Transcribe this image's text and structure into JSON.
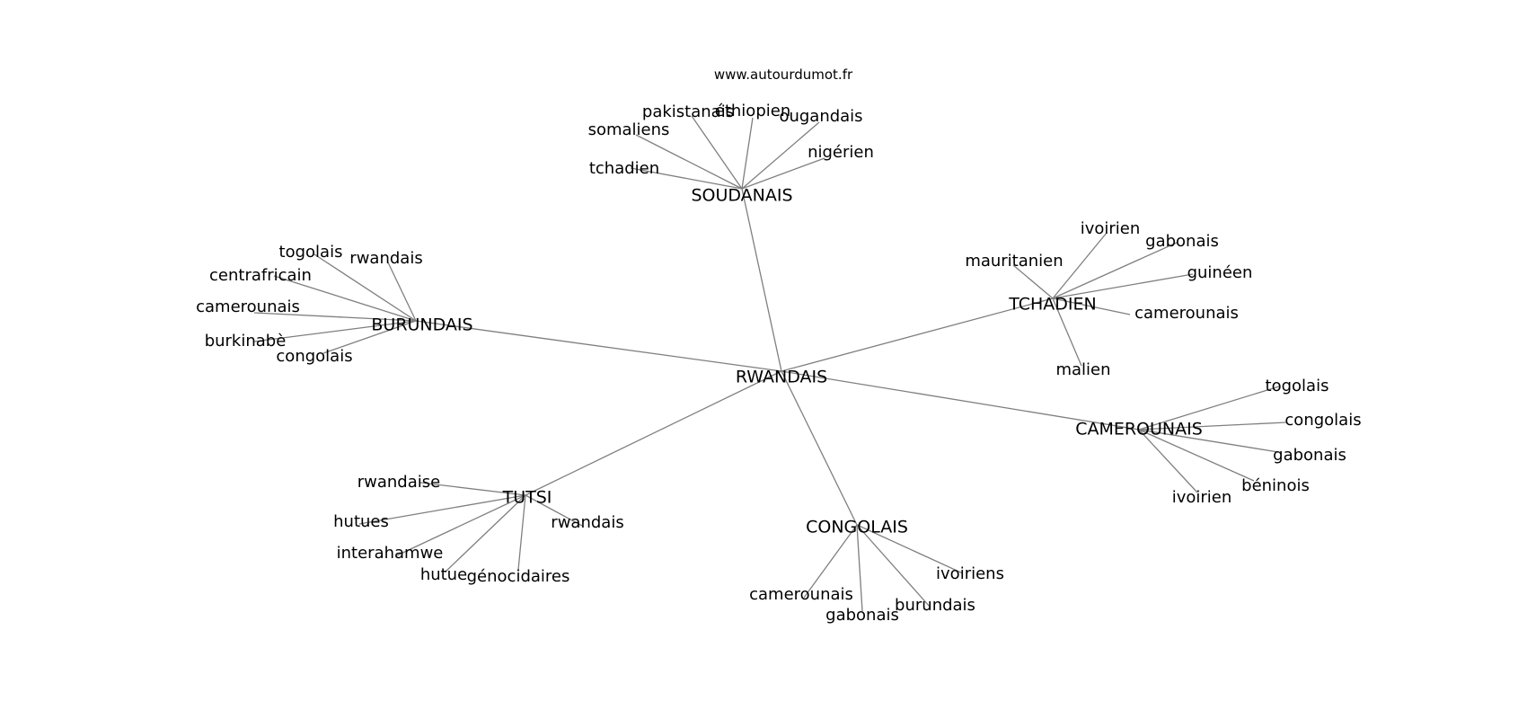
{
  "watermark": "www.autourdumot.fr",
  "graph": {
    "root": "RWANDAIS",
    "clusters": [
      {
        "hub": "SOUDANAIS",
        "leaves": [
          "tchadien",
          "somaliens",
          "pakistanais",
          "éthiopien",
          "ougandais",
          "nigérien"
        ]
      },
      {
        "hub": "BURUNDAIS",
        "leaves": [
          "togolais",
          "rwandais",
          "centrafricain",
          "camerounais",
          "burkinabè",
          "congolais"
        ]
      },
      {
        "hub": "TCHADIEN",
        "leaves": [
          "mauritanien",
          "ivoirien",
          "gabonais",
          "guinéen",
          "camerounais",
          "malien"
        ]
      },
      {
        "hub": "CAMEROUNAIS",
        "leaves": [
          "togolais",
          "congolais",
          "gabonais",
          "béninois",
          "ivoirien"
        ]
      },
      {
        "hub": "TUTSI",
        "leaves": [
          "rwandaise",
          "hutues",
          "interahamwe",
          "hutue",
          "génocidaires",
          "rwandais"
        ]
      },
      {
        "hub": "CONGOLAIS",
        "leaves": [
          "camerounais",
          "gabonais",
          "burundais",
          "ivoiriens"
        ]
      }
    ]
  }
}
